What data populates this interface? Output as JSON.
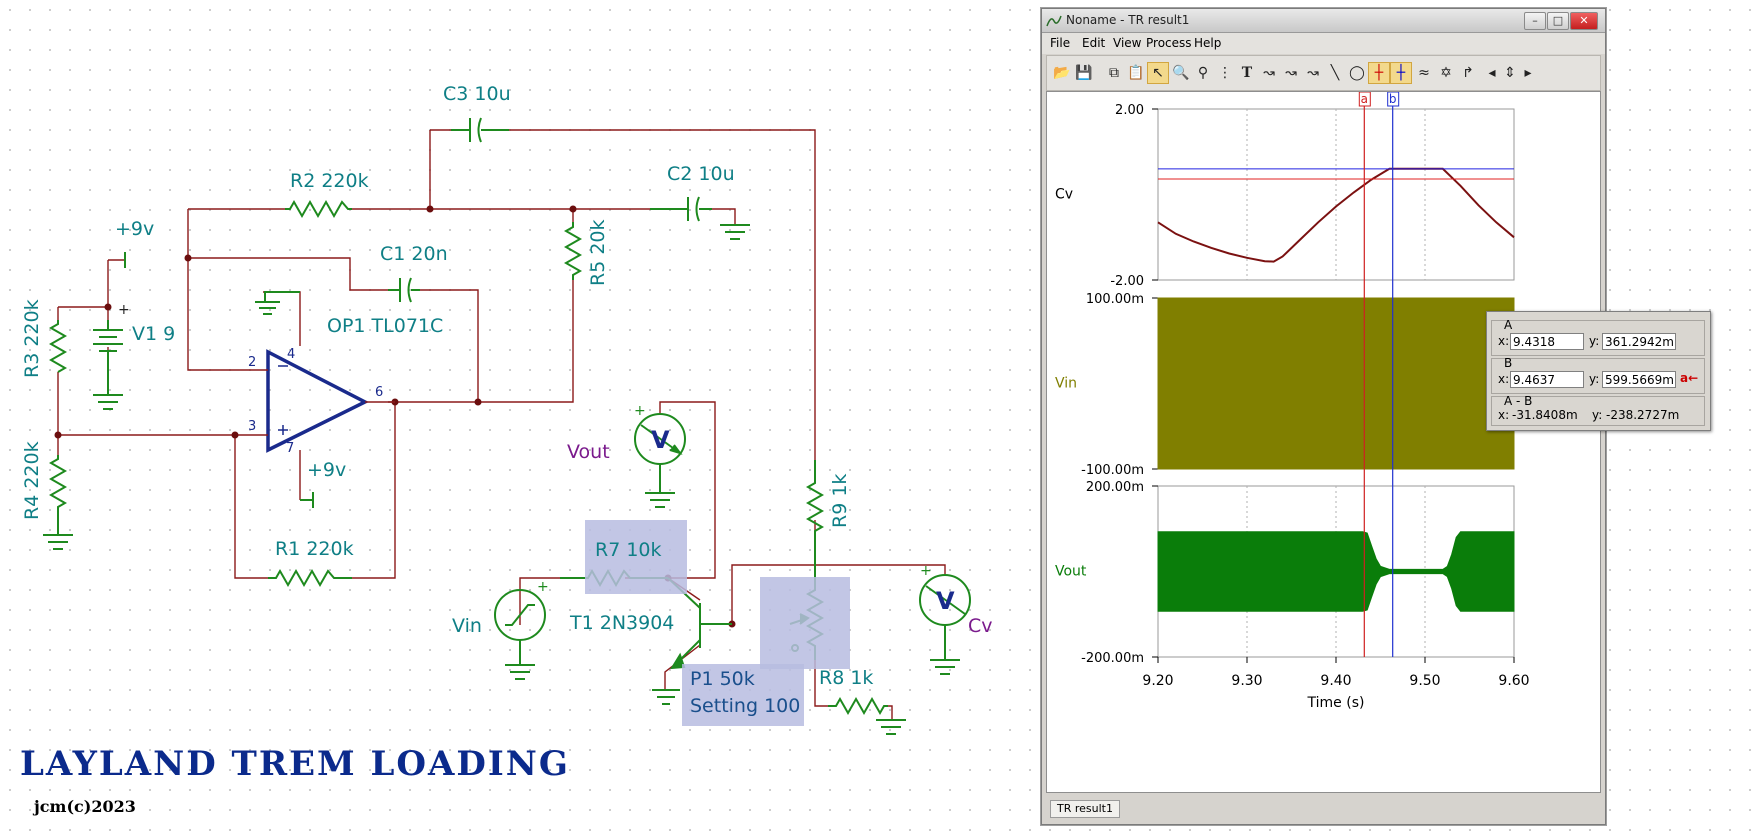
{
  "schematic": {
    "labels": {
      "c3": "C3 10u",
      "r2": "R2 220k",
      "c2": "C2 10u",
      "c1": "C1 20n",
      "r5": "R5 20k",
      "plus9v_top": "+9v",
      "r3": "R3 220k",
      "v1": "V1 9",
      "op1": "OP1 TL071C",
      "r4": "R4 220k",
      "plus9v_bottom": "+9v",
      "r1": "R1 220k",
      "vout_meter": "Vout",
      "r9": "R9 1k",
      "r7": "R7 10k",
      "vin": "Vin",
      "t1": "T1 2N3904",
      "cv_meter": "Cv",
      "r8": "R8 1k",
      "p1": "P1 50k",
      "p1_setting": "Setting 100",
      "pin2": "2",
      "pin3": "3",
      "pin4": "4",
      "pin6": "6",
      "pin7": "7",
      "meter_symbol": "V"
    },
    "title": "LAYLAND TREM LOADING",
    "subtitle": "jcm(c)2023",
    "colors": {
      "wire": "#8b1a1a",
      "component": "#1e8a1e",
      "label": "#0f7f86",
      "meter_label": "#7a1a8c",
      "opamp": "#1a2a8c",
      "title": "#0b2a8c"
    }
  },
  "window": {
    "title": "Noname - TR result1",
    "buttons": {
      "minimize": "–",
      "maximize": "□",
      "close": "✕"
    },
    "menu": [
      "File",
      "Edit",
      "View",
      "Process",
      "Help"
    ],
    "toolbar_icons": [
      "open-icon",
      "save-icon",
      "copy-icon",
      "paste-icon",
      "select-arrow-icon",
      "zoom-icon",
      "zoom-100-icon",
      "grid-icon",
      "text-icon",
      "curve-tool-icon",
      "curve-tool-2-icon",
      "curve-tool-3-icon",
      "line-icon",
      "circle-icon",
      "cursor-a-icon",
      "cursor-b-icon",
      "curve-swap-icon",
      "pick-icon",
      "arrow-icon",
      "prev-icon",
      "up-down-icon",
      "next-icon"
    ],
    "status_tab": "TR result1"
  },
  "chart_data": {
    "type": "line",
    "x_range": [
      9.2,
      9.6
    ],
    "x_ticks": [
      "9.20",
      "9.30",
      "9.40",
      "9.50",
      "9.60"
    ],
    "xlabel": "Time (s)",
    "grid": true,
    "cursors": {
      "a": 9.4318,
      "b": 9.4637,
      "a_label": "a",
      "b_label": "b"
    },
    "panels": [
      {
        "name": "Cv",
        "color": "#7b1111",
        "ylim": [
          -2.0,
          2.0
        ],
        "yticks": [
          "2.00",
          "-2.00"
        ],
        "x": [
          9.2,
          9.22,
          9.24,
          9.26,
          9.28,
          9.3,
          9.32,
          9.33,
          9.34,
          9.36,
          9.38,
          9.4,
          9.42,
          9.44,
          9.46,
          9.48,
          9.5,
          9.52,
          9.54,
          9.56,
          9.58,
          9.6
        ],
        "y": [
          -0.65,
          -0.92,
          -1.1,
          -1.25,
          -1.38,
          -1.48,
          -1.56,
          -1.57,
          -1.45,
          -1.05,
          -0.65,
          -0.28,
          0.05,
          0.35,
          0.6,
          0.6,
          0.6,
          0.6,
          0.2,
          -0.25,
          -0.65,
          -1.0
        ]
      },
      {
        "name": "Vin",
        "color": "#807f00",
        "ylim": [
          -0.1,
          0.1
        ],
        "yticks": [
          "100.00m",
          "-100.00m"
        ],
        "envelope_x": [
          9.2,
          9.6
        ],
        "envelope_y": [
          0.1,
          0.1
        ]
      },
      {
        "name": "Vout",
        "color": "#0a7d0a",
        "ylim": [
          -0.2,
          0.2
        ],
        "yticks": [
          "200.00m",
          "-200.00m"
        ],
        "envelope_x": [
          9.2,
          9.43,
          9.435,
          9.44,
          9.445,
          9.45,
          9.46,
          9.52,
          9.525,
          9.53,
          9.535,
          9.54,
          9.6
        ],
        "envelope_y": [
          0.093,
          0.093,
          0.09,
          0.06,
          0.03,
          0.012,
          0.005,
          0.005,
          0.012,
          0.04,
          0.08,
          0.093,
          0.093
        ]
      }
    ]
  },
  "cursor_box": {
    "a_label": "A",
    "a_x": "9.4318",
    "a_y": "361.2942m",
    "b_label": "B",
    "b_x": "9.4637",
    "b_y": "599.5669m",
    "diff_label": "A - B",
    "diff_x": "-31.8408m",
    "diff_y": "-238.2727m",
    "x_prefix": "x:",
    "y_prefix": "y:",
    "a_button": "a←"
  }
}
